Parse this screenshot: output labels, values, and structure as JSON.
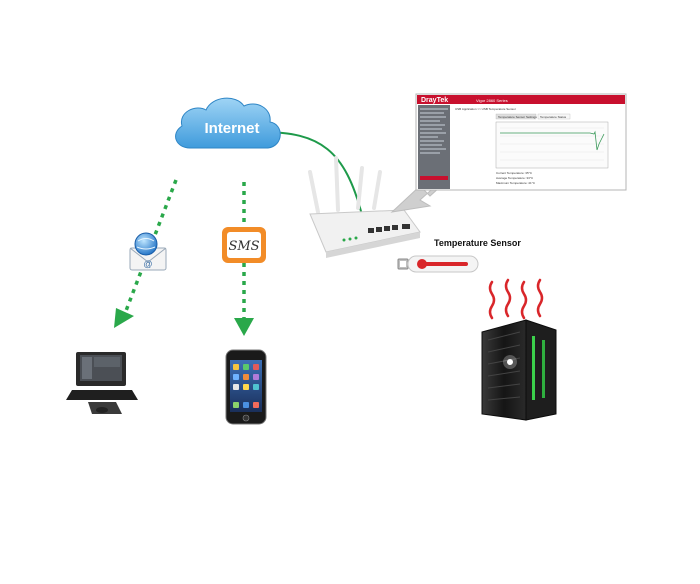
{
  "internet": {
    "label": "Internet"
  },
  "sms": {
    "label": "SMS"
  },
  "sensor": {
    "label": "Temperature Sensor"
  },
  "screenshot": {
    "brand": "DrayTek",
    "product": "Vigor 2860 Series",
    "heading": "USB Application >> USB Temperature Sensor",
    "tabs": [
      "Temperature Sensor Settings",
      "Temperature Status"
    ],
    "stats": [
      "Current Temperature: 35°C",
      "Average Temperature: 33°C",
      "Maximum Temperature: 41°C"
    ]
  },
  "colors": {
    "cloud": "#4aa4e0",
    "link_line": "#1e9a4a",
    "dotted_arrow": "#2aa84a",
    "sms_badge": "#f28c28",
    "screen_header": "#c8102e",
    "thermometer": "#d9262a",
    "heat_waves": "#d9262a",
    "server_led": "#3bd14b"
  },
  "icons": [
    "cloud-icon",
    "router-icon",
    "email-icon",
    "sms-icon",
    "computer-icon",
    "smartphone-icon",
    "server-icon",
    "usb-temperature-sensor-icon",
    "callout-arrow-icon"
  ]
}
